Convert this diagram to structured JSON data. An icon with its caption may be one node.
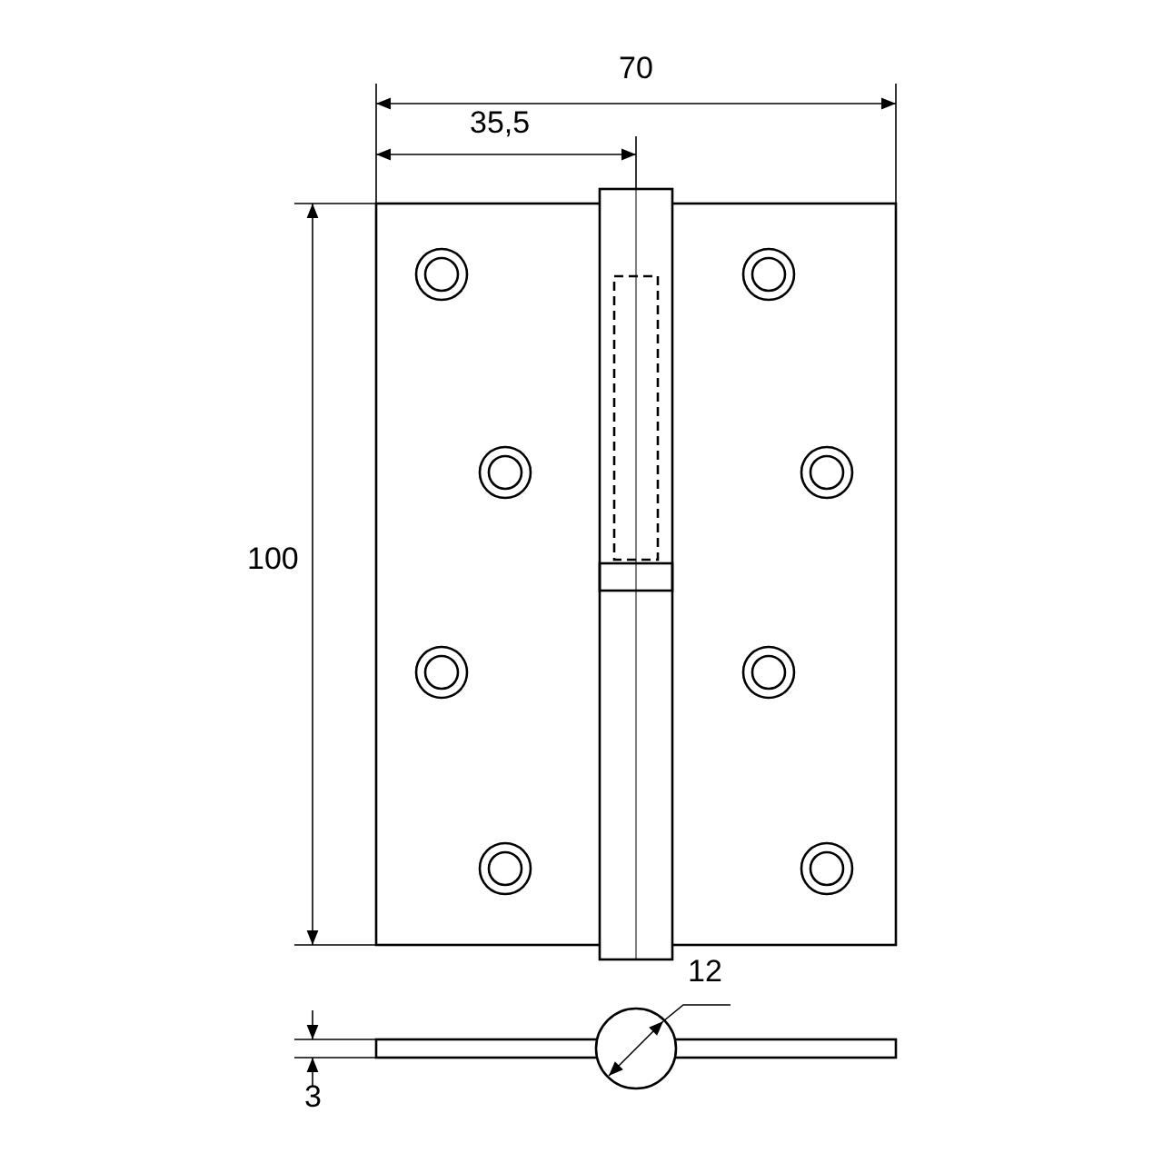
{
  "diagram": {
    "labels": [
      "70",
      "35,5",
      "100",
      "12",
      "3"
    ]
  }
}
